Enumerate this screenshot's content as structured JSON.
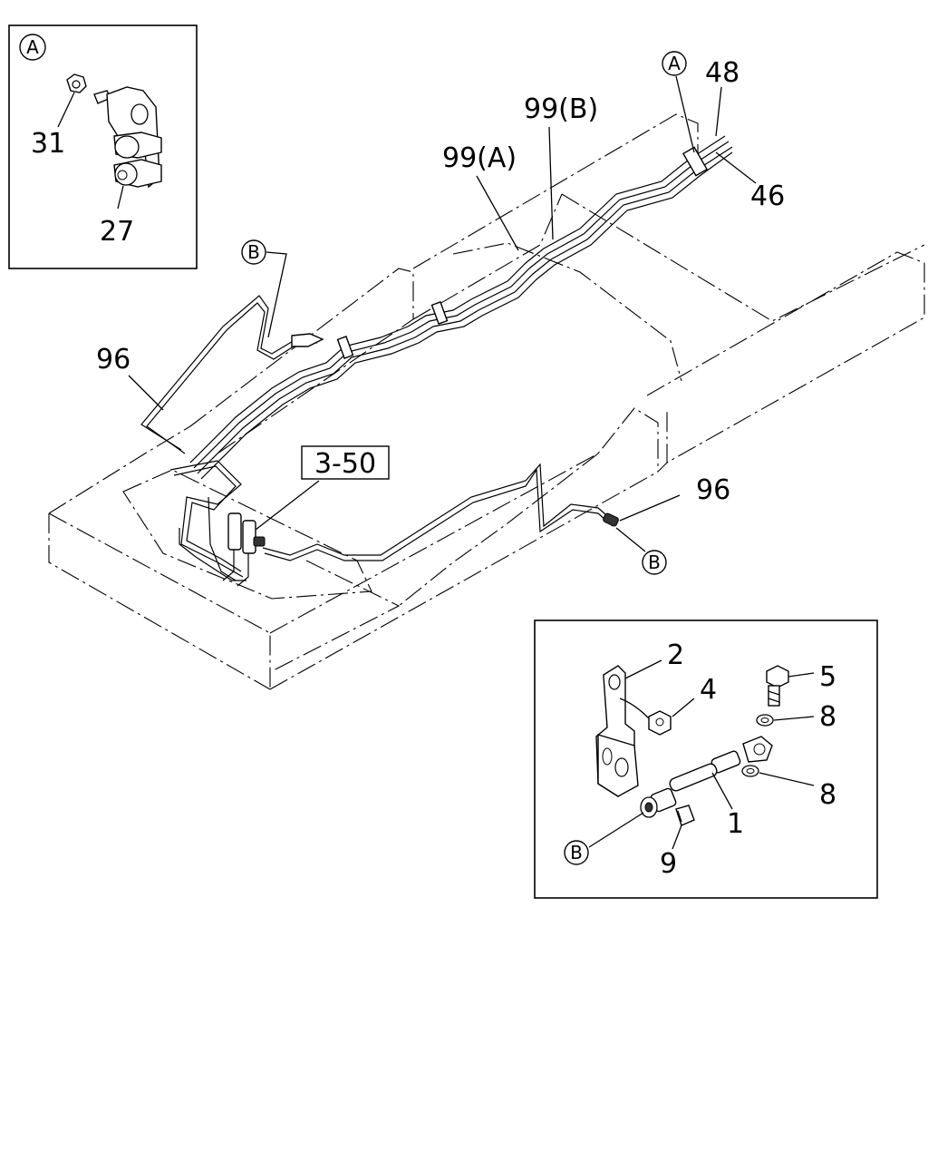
{
  "diagram": {
    "inset_a": {
      "marker": "A",
      "labels": {
        "nut": "31",
        "union": "27"
      }
    },
    "inset_b": {
      "labels": {
        "hose": "1",
        "bracket": "2",
        "nut": "4",
        "bolt": "5",
        "washer_upper": "8",
        "washer_lower": "8",
        "clip": "9"
      },
      "marker": "B"
    },
    "main": {
      "marker_a": "A",
      "marker_b_left": "B",
      "marker_b_right": "B",
      "labels": {
        "pipe_a": "99(A)",
        "pipe_b": "99(B)",
        "part_48": "48",
        "part_46": "46",
        "pipe_96_left": "96",
        "pipe_96_right": "96"
      },
      "reference_box": "3-50"
    }
  }
}
